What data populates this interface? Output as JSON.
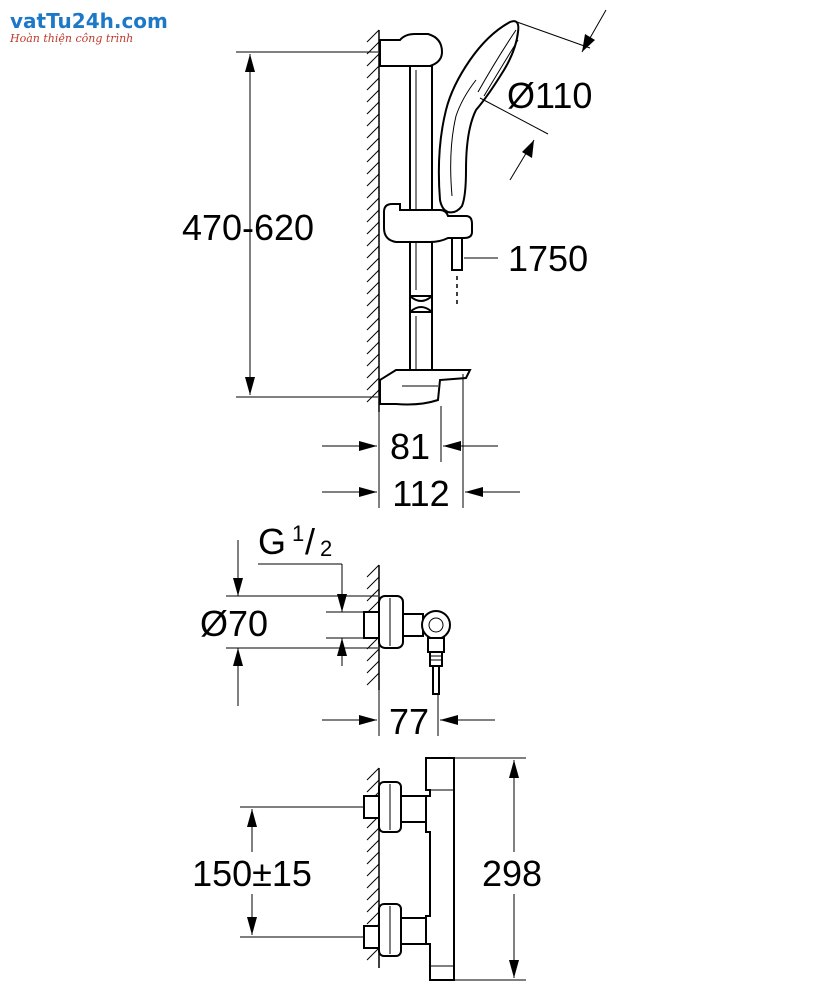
{
  "logo": {
    "brand": "vatTu24h.com",
    "tagline": "Hoàn thiện công trình"
  },
  "dimensions": {
    "rail_height": "470-620",
    "handshower_diameter": "Ø110",
    "hose_length": "1750",
    "rail_projection": "81",
    "total_projection": "112",
    "thread": "G",
    "thread_num": "1",
    "thread_den": "2",
    "flange_diameter": "Ø70",
    "mixer_projection": "77",
    "inlet_spacing": "150±15",
    "mixer_height": "298"
  }
}
